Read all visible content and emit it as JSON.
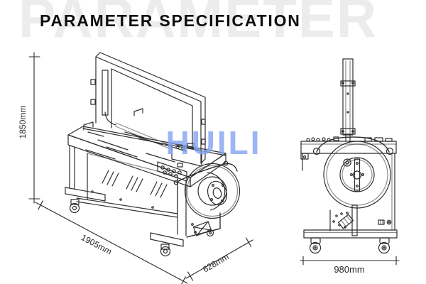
{
  "header": {
    "title": "PARAMETER SPECIFICATION"
  },
  "watermarks": {
    "background_text": "PARAMETER",
    "brand_text": "HUILI"
  },
  "machine_drawing": {
    "views": [
      "isometric-view",
      "side-view"
    ],
    "dimension_labels": {
      "height": "1850mm",
      "length": "1905mm",
      "depth": "628mm",
      "side_width": "980mm"
    }
  },
  "colors": {
    "title_text": "#0f0f0f",
    "background_watermark": "#ececec",
    "brand_watermark_blue": "#82a2f2",
    "line_art": "#2e2e2e",
    "strap_track_dark": "#1a1a1a",
    "dimension_text": "#2a2a2a"
  }
}
